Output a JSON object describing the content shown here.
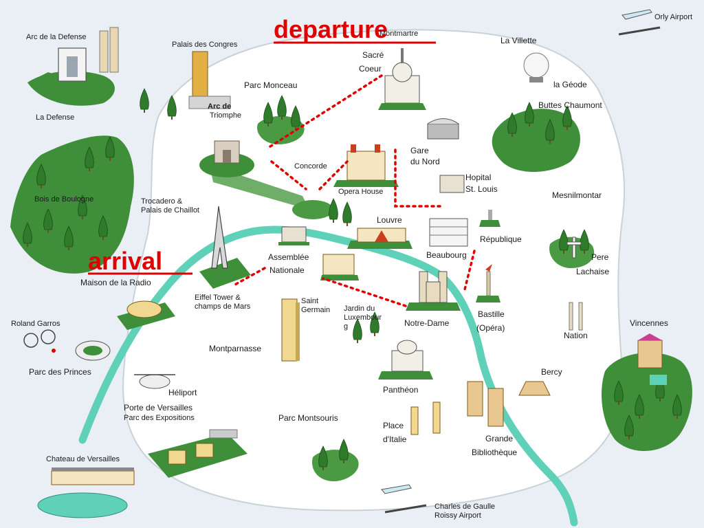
{
  "annotations": {
    "departure": "departure",
    "arrival": "arrival"
  },
  "colors": {
    "route": "#e00000",
    "river": "#5fd1b8",
    "park": "#3f8f3a",
    "city": "#ffffff"
  },
  "labels": {
    "arc_defense": "Arc de la Defense",
    "palais_congres": "Palais des Congres",
    "la_defense": "La Defense",
    "bois_boulogne": "Bois de Boulogne",
    "arc_triomphe_1": "Arc de",
    "arc_triomphe_2": "Triomphe",
    "parc_monceau": "Parc Monceau",
    "montmartre": "Montmartre",
    "sacre_1": "Sacré",
    "sacre_2": "Coeur",
    "lavillette": "La Villette",
    "lageode": "la Géode",
    "buttes": "Buttes Chaumont",
    "orly": "Orly Airport",
    "concorde": "Concorde",
    "opera": "Opera House",
    "gare_1": "Gare",
    "gare_2": "du Nord",
    "hopital_1": "Hopital",
    "hopital_2": "St. Louis",
    "mesnil": "Mesnilmontar",
    "trocadero_1": "Trocadero &",
    "trocadero_2": "Palais de Chaillot",
    "louvre": "Louvre",
    "republique": "République",
    "pere_1": "Pere",
    "pere_2": "Lachaise",
    "assemblee_1": "Assemblée",
    "assemblee_2": "Nationale",
    "beaubourg": "Beaubourg",
    "maison_radio": "Maison de la Radio",
    "eiffel_1": "Eiffel Tower &",
    "eiffel_2": "champs de Mars",
    "saint_1": "Saint",
    "saint_2": "Germain",
    "jardin_1": "Jardin du",
    "jardin_2": "Luxembour",
    "jardin_3": "g",
    "notre_dame": "Notre-Dame",
    "bastille_1": "Bastille",
    "bastille_2": "(Opéra)",
    "nation": "Nation",
    "vincennes": "Vincennes",
    "roland": "Roland Garros",
    "parc_princes": "Parc des Princes",
    "montparnasse": "Montparnasse",
    "pantheon": "Panthéon",
    "bercy": "Bercy",
    "heliport": "Héliport",
    "porte_1": "Porte de Versailles",
    "porte_2": "Parc des Expositions",
    "parc_montsouris": "Parc Montsouris",
    "place_1": "Place",
    "place_2": "d'Italie",
    "grande_1": "Grande",
    "grande_2": "Bibliothèque",
    "chateau": "Chateau de Versailles",
    "cdg_1": "Charles de Gaulle",
    "cdg_2": "Roissy Airport"
  }
}
